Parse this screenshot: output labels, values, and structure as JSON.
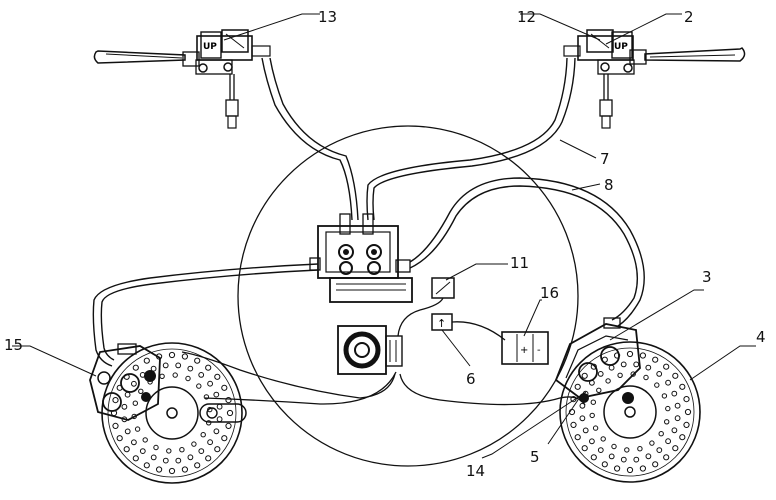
{
  "diagram": {
    "callouts": [
      {
        "id": "13",
        "label": "13"
      },
      {
        "id": "12",
        "label": "12"
      },
      {
        "id": "2",
        "label": "2"
      },
      {
        "id": "7",
        "label": "7"
      },
      {
        "id": "8",
        "label": "8"
      },
      {
        "id": "11",
        "label": "11"
      },
      {
        "id": "16",
        "label": "16"
      },
      {
        "id": "3",
        "label": "3"
      },
      {
        "id": "4",
        "label": "4"
      },
      {
        "id": "15",
        "label": "15"
      },
      {
        "id": "6",
        "label": "6"
      },
      {
        "id": "5",
        "label": "5"
      },
      {
        "id": "14",
        "label": "14"
      }
    ],
    "part_markings": {
      "left_reservoir": "UP",
      "right_reservoir": "UP",
      "battery_plus": "+",
      "battery_minus": "-",
      "sensor_arrow": "↑"
    }
  }
}
